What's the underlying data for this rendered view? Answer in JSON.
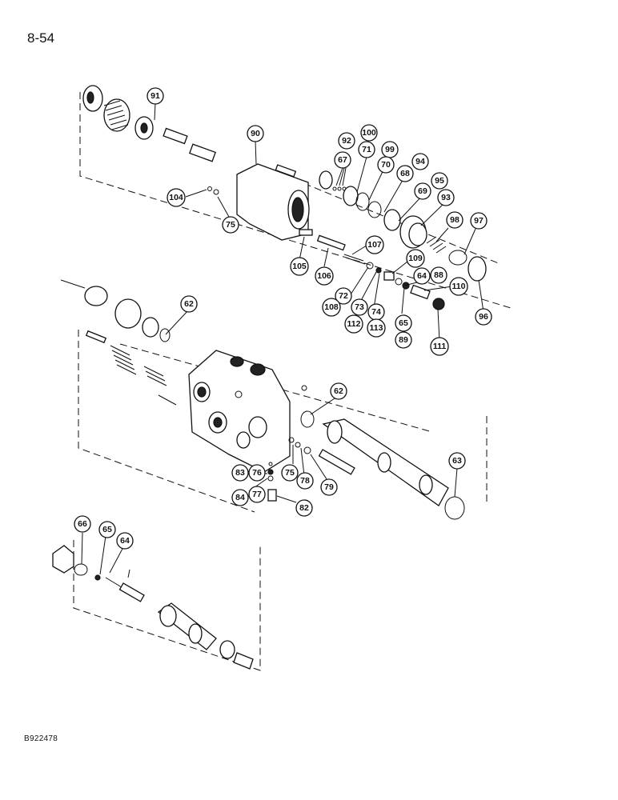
{
  "page": {
    "number": "8-54",
    "figure_id": "B922478"
  },
  "callouts": [
    "91",
    "90",
    "92",
    "100",
    "67",
    "71",
    "99",
    "70",
    "94",
    "68",
    "95",
    "69",
    "93",
    "104",
    "75",
    "98",
    "97",
    "107",
    "109",
    "105",
    "106",
    "64",
    "88",
    "110",
    "72",
    "108",
    "73",
    "112",
    "74",
    "113",
    "65",
    "89",
    "96",
    "111",
    "62",
    "62",
    "63",
    "83",
    "76",
    "75",
    "78",
    "79",
    "84",
    "77",
    "82",
    "66",
    "65",
    "64"
  ]
}
